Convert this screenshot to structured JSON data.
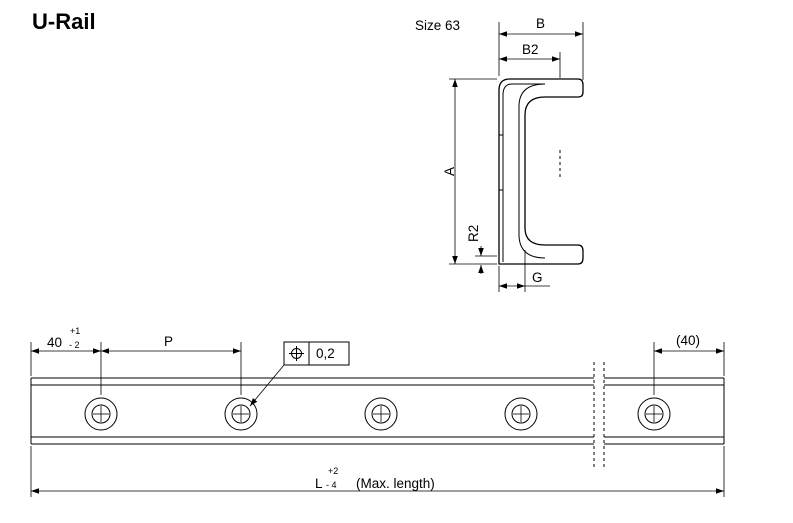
{
  "title": "U-Rail",
  "profile": {
    "size_label": "Size 63",
    "dim_b": "B",
    "dim_b2": "B2",
    "dim_a": "A",
    "dim_r2": "R2",
    "dim_g": "G"
  },
  "rail": {
    "end_dim": "40",
    "end_tol_plus": "+1",
    "end_tol_minus": "- 2",
    "pitch": "P",
    "end_ref": "(40)",
    "position_tolerance": "0,2",
    "length_symbol": "L",
    "length_tol_plus": "+2",
    "length_tol_minus": "- 4",
    "length_note": "(Max. length)",
    "hole_count": 5
  }
}
